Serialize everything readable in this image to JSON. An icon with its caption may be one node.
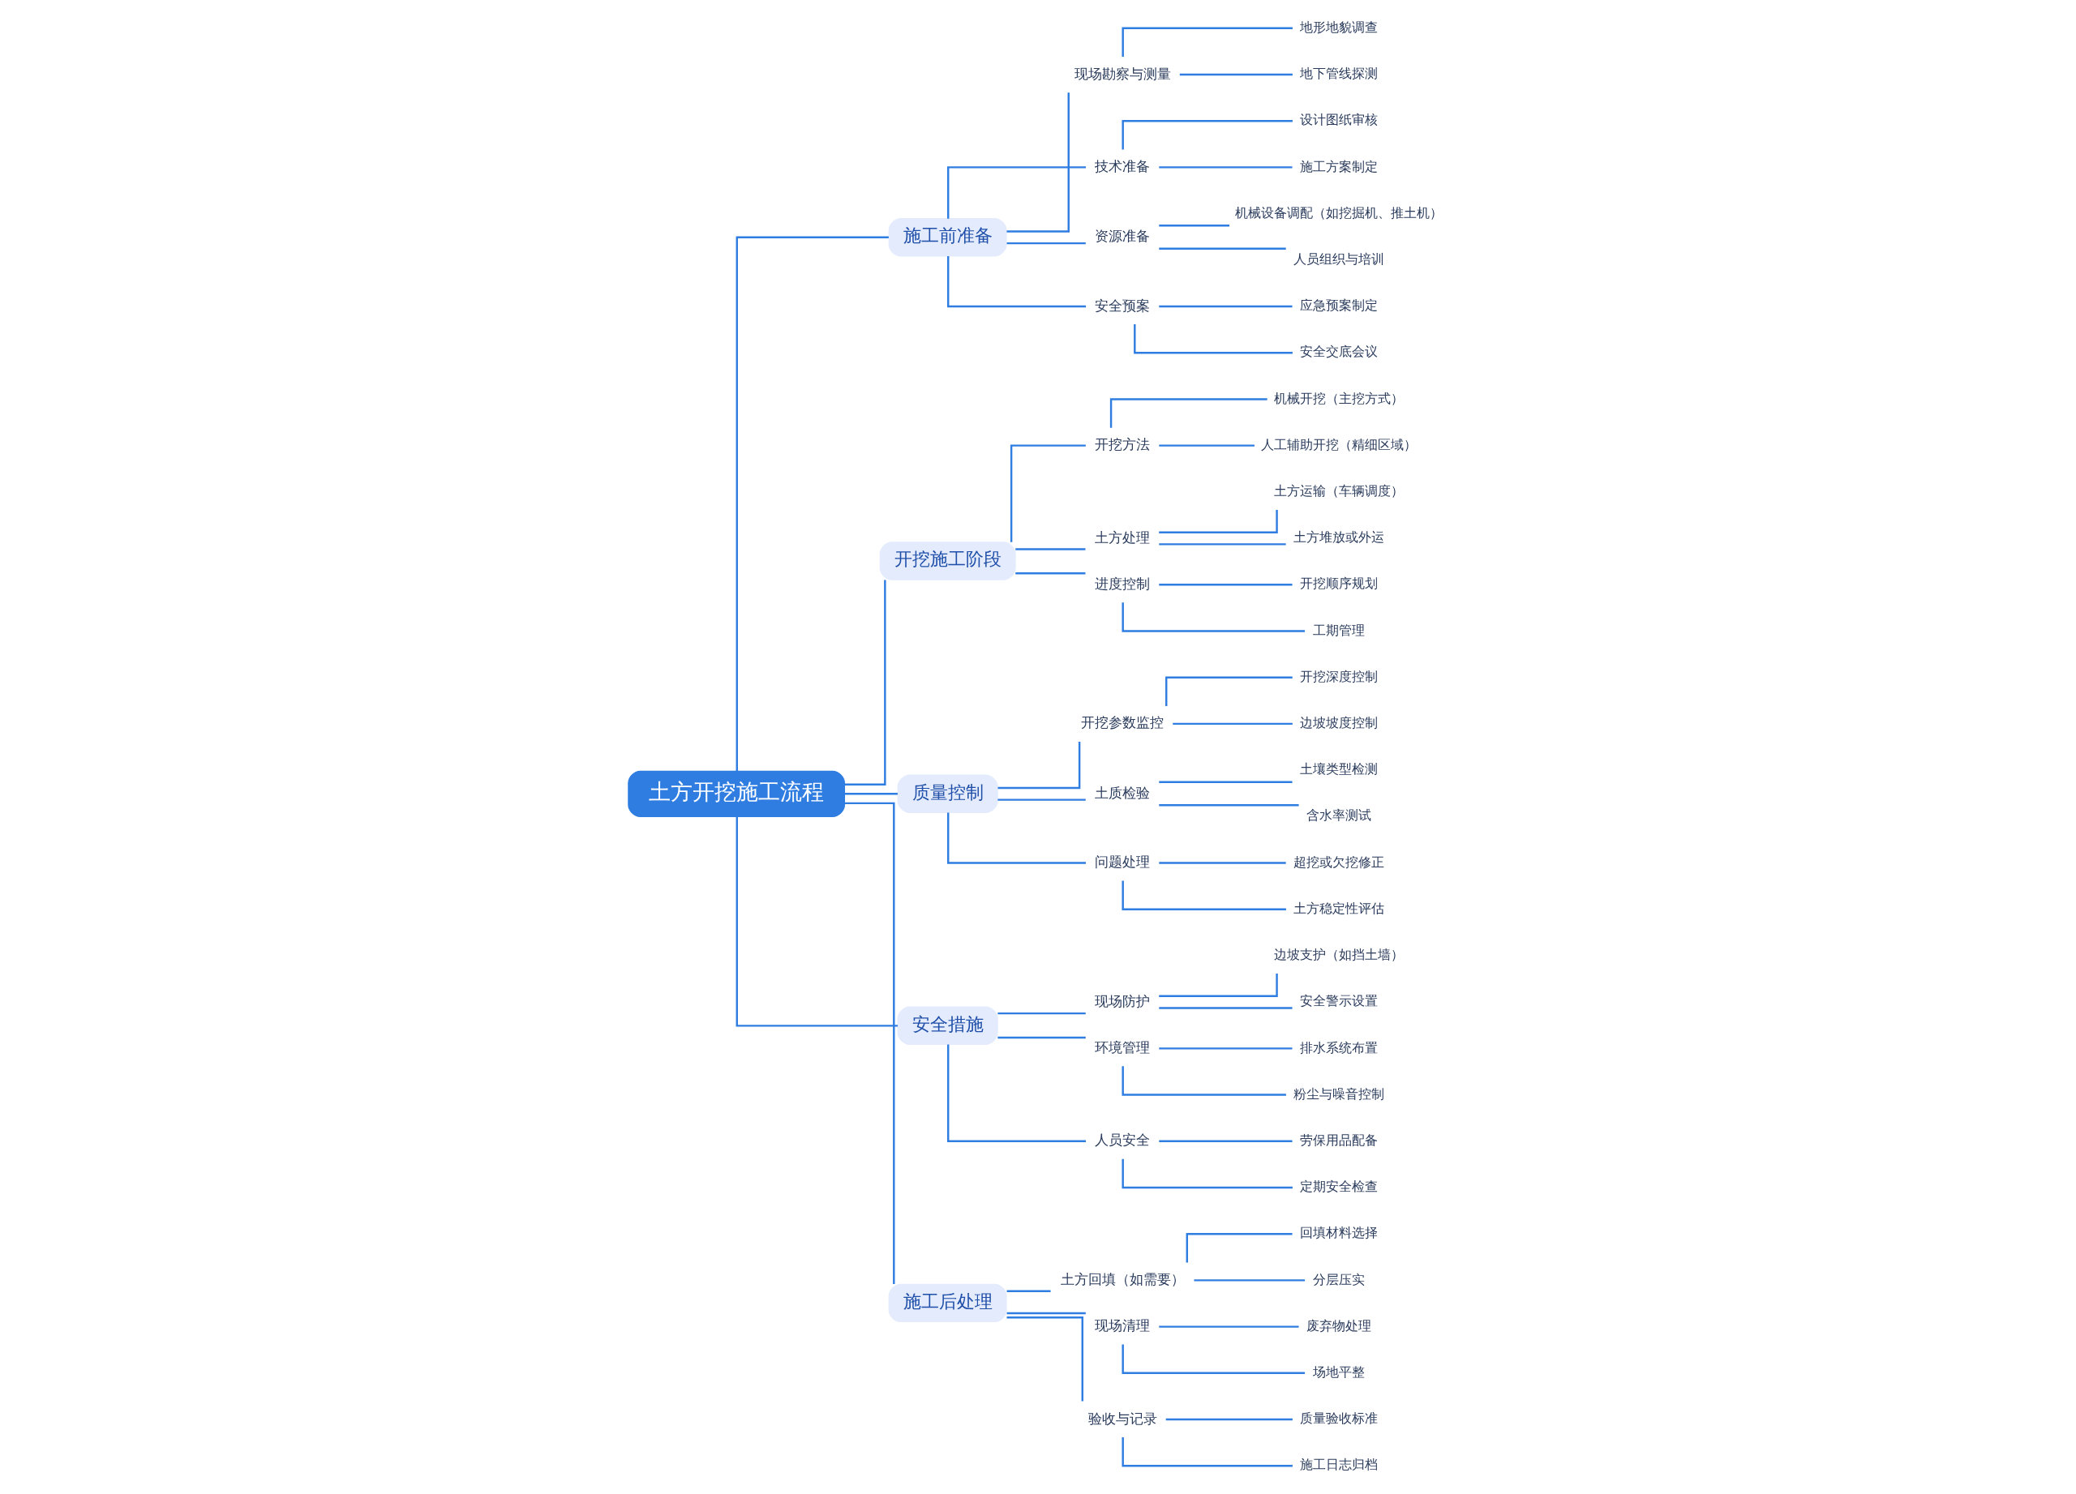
{
  "diagram": {
    "nodes": [
      {
        "text": [
          "土方开挖施工流程"
        ]
      },
      {
        "text": [
          "施工前准备"
        ]
      },
      {
        "text": [
          "现场勘察与测量"
        ]
      },
      {
        "text": [
          "地形地貌调查"
        ]
      },
      {
        "text": [
          "地下管线探测"
        ]
      },
      {
        "text": [
          "技术准备"
        ]
      },
      {
        "text": [
          "设计图纸审核"
        ]
      },
      {
        "text": [
          "施工方案制定"
        ]
      },
      {
        "text": [
          "资源准备"
        ]
      },
      {
        "text": [
          "机械设备调配（如挖掘机、推土机）"
        ]
      },
      {
        "text": [
          "人员组织与培训"
        ]
      },
      {
        "text": [
          "安全预案"
        ]
      },
      {
        "text": [
          "应急预案制定"
        ]
      },
      {
        "text": [
          "安全交底会议"
        ]
      },
      {
        "text": [
          "开挖施工阶段"
        ]
      },
      {
        "text": [
          "开挖方法"
        ]
      },
      {
        "text": [
          "机械开挖（主挖方式）"
        ]
      },
      {
        "text": [
          "人工辅助开挖（精细区域）"
        ]
      },
      {
        "text": [
          "土方处理"
        ]
      },
      {
        "text": [
          "土方运输（车辆调度）"
        ]
      },
      {
        "text": [
          "土方堆放或外运"
        ]
      },
      {
        "text": [
          "进度控制"
        ]
      },
      {
        "text": [
          "开挖顺序规划"
        ]
      },
      {
        "text": [
          "工期管理"
        ]
      },
      {
        "text": [
          "质量控制"
        ]
      },
      {
        "text": [
          "开挖参数监控"
        ]
      },
      {
        "text": [
          "开挖深度控制"
        ]
      },
      {
        "text": [
          "边坡坡度控制"
        ]
      },
      {
        "text": [
          "土质检验"
        ]
      },
      {
        "text": [
          "土壤类型检测"
        ]
      },
      {
        "text": [
          "含水率测试"
        ]
      },
      {
        "text": [
          "问题处理"
        ]
      },
      {
        "text": [
          "超挖或欠挖修正"
        ]
      },
      {
        "text": [
          "土方稳定性评估"
        ]
      },
      {
        "text": [
          "安全措施"
        ]
      },
      {
        "text": [
          "现场防护"
        ]
      },
      {
        "text": [
          "边坡支护（如挡土墙）"
        ]
      },
      {
        "text": [
          "安全警示设置"
        ]
      },
      {
        "text": [
          "环境管理"
        ]
      },
      {
        "text": [
          "排水系统布置"
        ]
      },
      {
        "text": [
          "粉尘与噪音控制"
        ]
      },
      {
        "text": [
          "人员安全"
        ]
      },
      {
        "text": [
          "劳保用品配备"
        ]
      },
      {
        "text": [
          "定期安全检查"
        ]
      },
      {
        "text": [
          "施工后处理"
        ]
      },
      {
        "text": [
          "土方回填（如需要）"
        ]
      },
      {
        "text": [
          "回填材料选择"
        ]
      },
      {
        "text": [
          "分层压实"
        ]
      },
      {
        "text": [
          "现场清理"
        ]
      },
      {
        "text": [
          "废弃物处理"
        ]
      },
      {
        "text": [
          "场地平整"
        ]
      },
      {
        "text": [
          "验收与记录"
        ]
      },
      {
        "text": [
          "质量验收标准"
        ]
      },
      {
        "text": [
          "施工日志归档"
        ]
      }
    ],
    "edges": [
      {
        "from": 0,
        "to": 1,
        "arrow": "none"
      },
      {
        "from": 1,
        "to": 2,
        "arrow": "none"
      },
      {
        "from": 2,
        "to": 3,
        "arrow": "none"
      },
      {
        "from": 2,
        "to": 4,
        "arrow": "none"
      },
      {
        "from": 1,
        "to": 5,
        "arrow": "none"
      },
      {
        "from": 5,
        "to": 6,
        "arrow": "none"
      },
      {
        "from": 5,
        "to": 7,
        "arrow": "none"
      },
      {
        "from": 1,
        "to": 8,
        "arrow": "none"
      },
      {
        "from": 8,
        "to": 9,
        "arrow": "none"
      },
      {
        "from": 8,
        "to": 10,
        "arrow": "none"
      },
      {
        "from": 1,
        "to": 11,
        "arrow": "none"
      },
      {
        "from": 11,
        "to": 12,
        "arrow": "none"
      },
      {
        "from": 11,
        "to": 13,
        "arrow": "none"
      },
      {
        "from": 0,
        "to": 14,
        "arrow": "none"
      },
      {
        "from": 14,
        "to": 15,
        "arrow": "none"
      },
      {
        "from": 15,
        "to": 16,
        "arrow": "none"
      },
      {
        "from": 15,
        "to": 17,
        "arrow": "none"
      },
      {
        "from": 14,
        "to": 18,
        "arrow": "none"
      },
      {
        "from": 18,
        "to": 19,
        "arrow": "none"
      },
      {
        "from": 18,
        "to": 20,
        "arrow": "none"
      },
      {
        "from": 14,
        "to": 21,
        "arrow": "none"
      },
      {
        "from": 21,
        "to": 22,
        "arrow": "none"
      },
      {
        "from": 21,
        "to": 23,
        "arrow": "none"
      },
      {
        "from": 0,
        "to": 24,
        "arrow": "none"
      },
      {
        "from": 24,
        "to": 25,
        "arrow": "none"
      },
      {
        "from": 25,
        "to": 26,
        "arrow": "none"
      },
      {
        "from": 25,
        "to": 27,
        "arrow": "none"
      },
      {
        "from": 24,
        "to": 28,
        "arrow": "none"
      },
      {
        "from": 28,
        "to": 29,
        "arrow": "none"
      },
      {
        "from": 28,
        "to": 30,
        "arrow": "none"
      },
      {
        "from": 24,
        "to": 31,
        "arrow": "none"
      },
      {
        "from": 31,
        "to": 32,
        "arrow": "none"
      },
      {
        "from": 31,
        "to": 33,
        "arrow": "none"
      },
      {
        "from": 0,
        "to": 34,
        "arrow": "none"
      },
      {
        "from": 34,
        "to": 35,
        "arrow": "none"
      },
      {
        "from": 35,
        "to": 36,
        "arrow": "none"
      },
      {
        "from": 35,
        "to": 37,
        "arrow": "none"
      },
      {
        "from": 34,
        "to": 38,
        "arrow": "none"
      },
      {
        "from": 38,
        "to": 39,
        "arrow": "none"
      },
      {
        "from": 38,
        "to": 40,
        "arrow": "none"
      },
      {
        "from": 34,
        "to": 41,
        "arrow": "none"
      },
      {
        "from": 41,
        "to": 42,
        "arrow": "none"
      },
      {
        "from": 41,
        "to": 43,
        "arrow": "none"
      },
      {
        "from": 0,
        "to": 44,
        "arrow": "none"
      },
      {
        "from": 44,
        "to": 45,
        "arrow": "none"
      },
      {
        "from": 45,
        "to": 46,
        "arrow": "none"
      },
      {
        "from": 45,
        "to": 47,
        "arrow": "none"
      },
      {
        "from": 44,
        "to": 48,
        "arrow": "none"
      },
      {
        "from": 48,
        "to": 49,
        "arrow": "none"
      },
      {
        "from": 48,
        "to": 50,
        "arrow": "none"
      },
      {
        "from": 44,
        "to": 51,
        "arrow": "none"
      },
      {
        "from": 51,
        "to": 52,
        "arrow": "none"
      },
      {
        "from": 51,
        "to": 53,
        "arrow": "none"
      }
    ]
  }
}
